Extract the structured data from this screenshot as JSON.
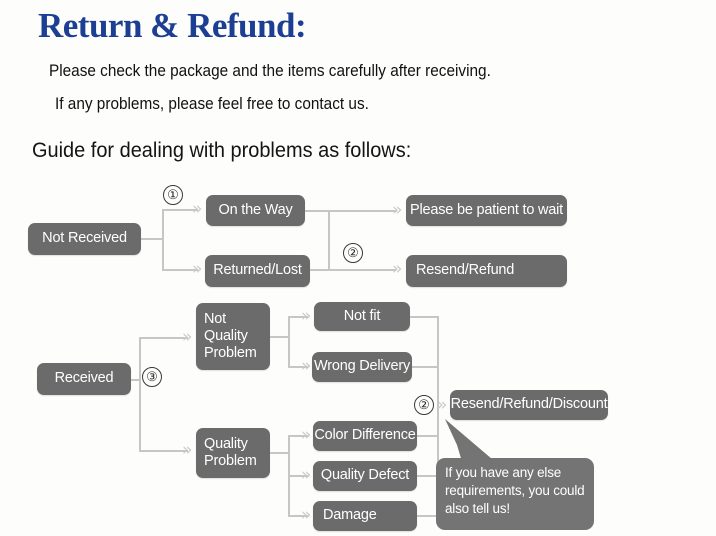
{
  "document": {
    "title": "Return & Refund:",
    "intro_line_1": "Please check the package and the items carefully after receiving.",
    "intro_line_2": "If any problems, please feel free to contact us.",
    "guide_heading": "Guide for dealing with problems as follows:"
  },
  "colors": {
    "title_blue": "#1c3f94",
    "node_gray": "#6b6b6b",
    "callout_gray": "#747474",
    "connector_gray": "#c6c6c6",
    "background": "#fdfdfb",
    "node_text": "#ffffff"
  },
  "flow": {
    "nodes": {
      "not_received": "Not Received",
      "on_the_way": "On the Way",
      "returned_lost": "Returned/Lost",
      "please_be_patient": "Please be patient to wait",
      "resend_refund": "Resend/Refund",
      "received": "Received",
      "not_quality_problem": "Not\nQuality\nProblem",
      "not_quality_problem_l1": "Not",
      "not_quality_problem_l2": "Quality",
      "not_quality_problem_l3": "Problem",
      "quality_problem_l1": "Quality",
      "quality_problem_l2": "Problem",
      "not_fit": "Not fit",
      "wrong_delivery": "Wrong Delivery",
      "color_difference": "Color Difference",
      "quality_defect": "Quality Defect",
      "damage": "Damage",
      "resend_refund_discount": "Resend/Refund/Discount"
    },
    "markers": {
      "one": "①",
      "two_top": "②",
      "three": "③",
      "two_bottom": "②"
    },
    "arrow_glyph": "»"
  },
  "callout": {
    "line_1": "If you have any else",
    "line_2": "requirements, you could",
    "line_3": "also tell us!"
  }
}
